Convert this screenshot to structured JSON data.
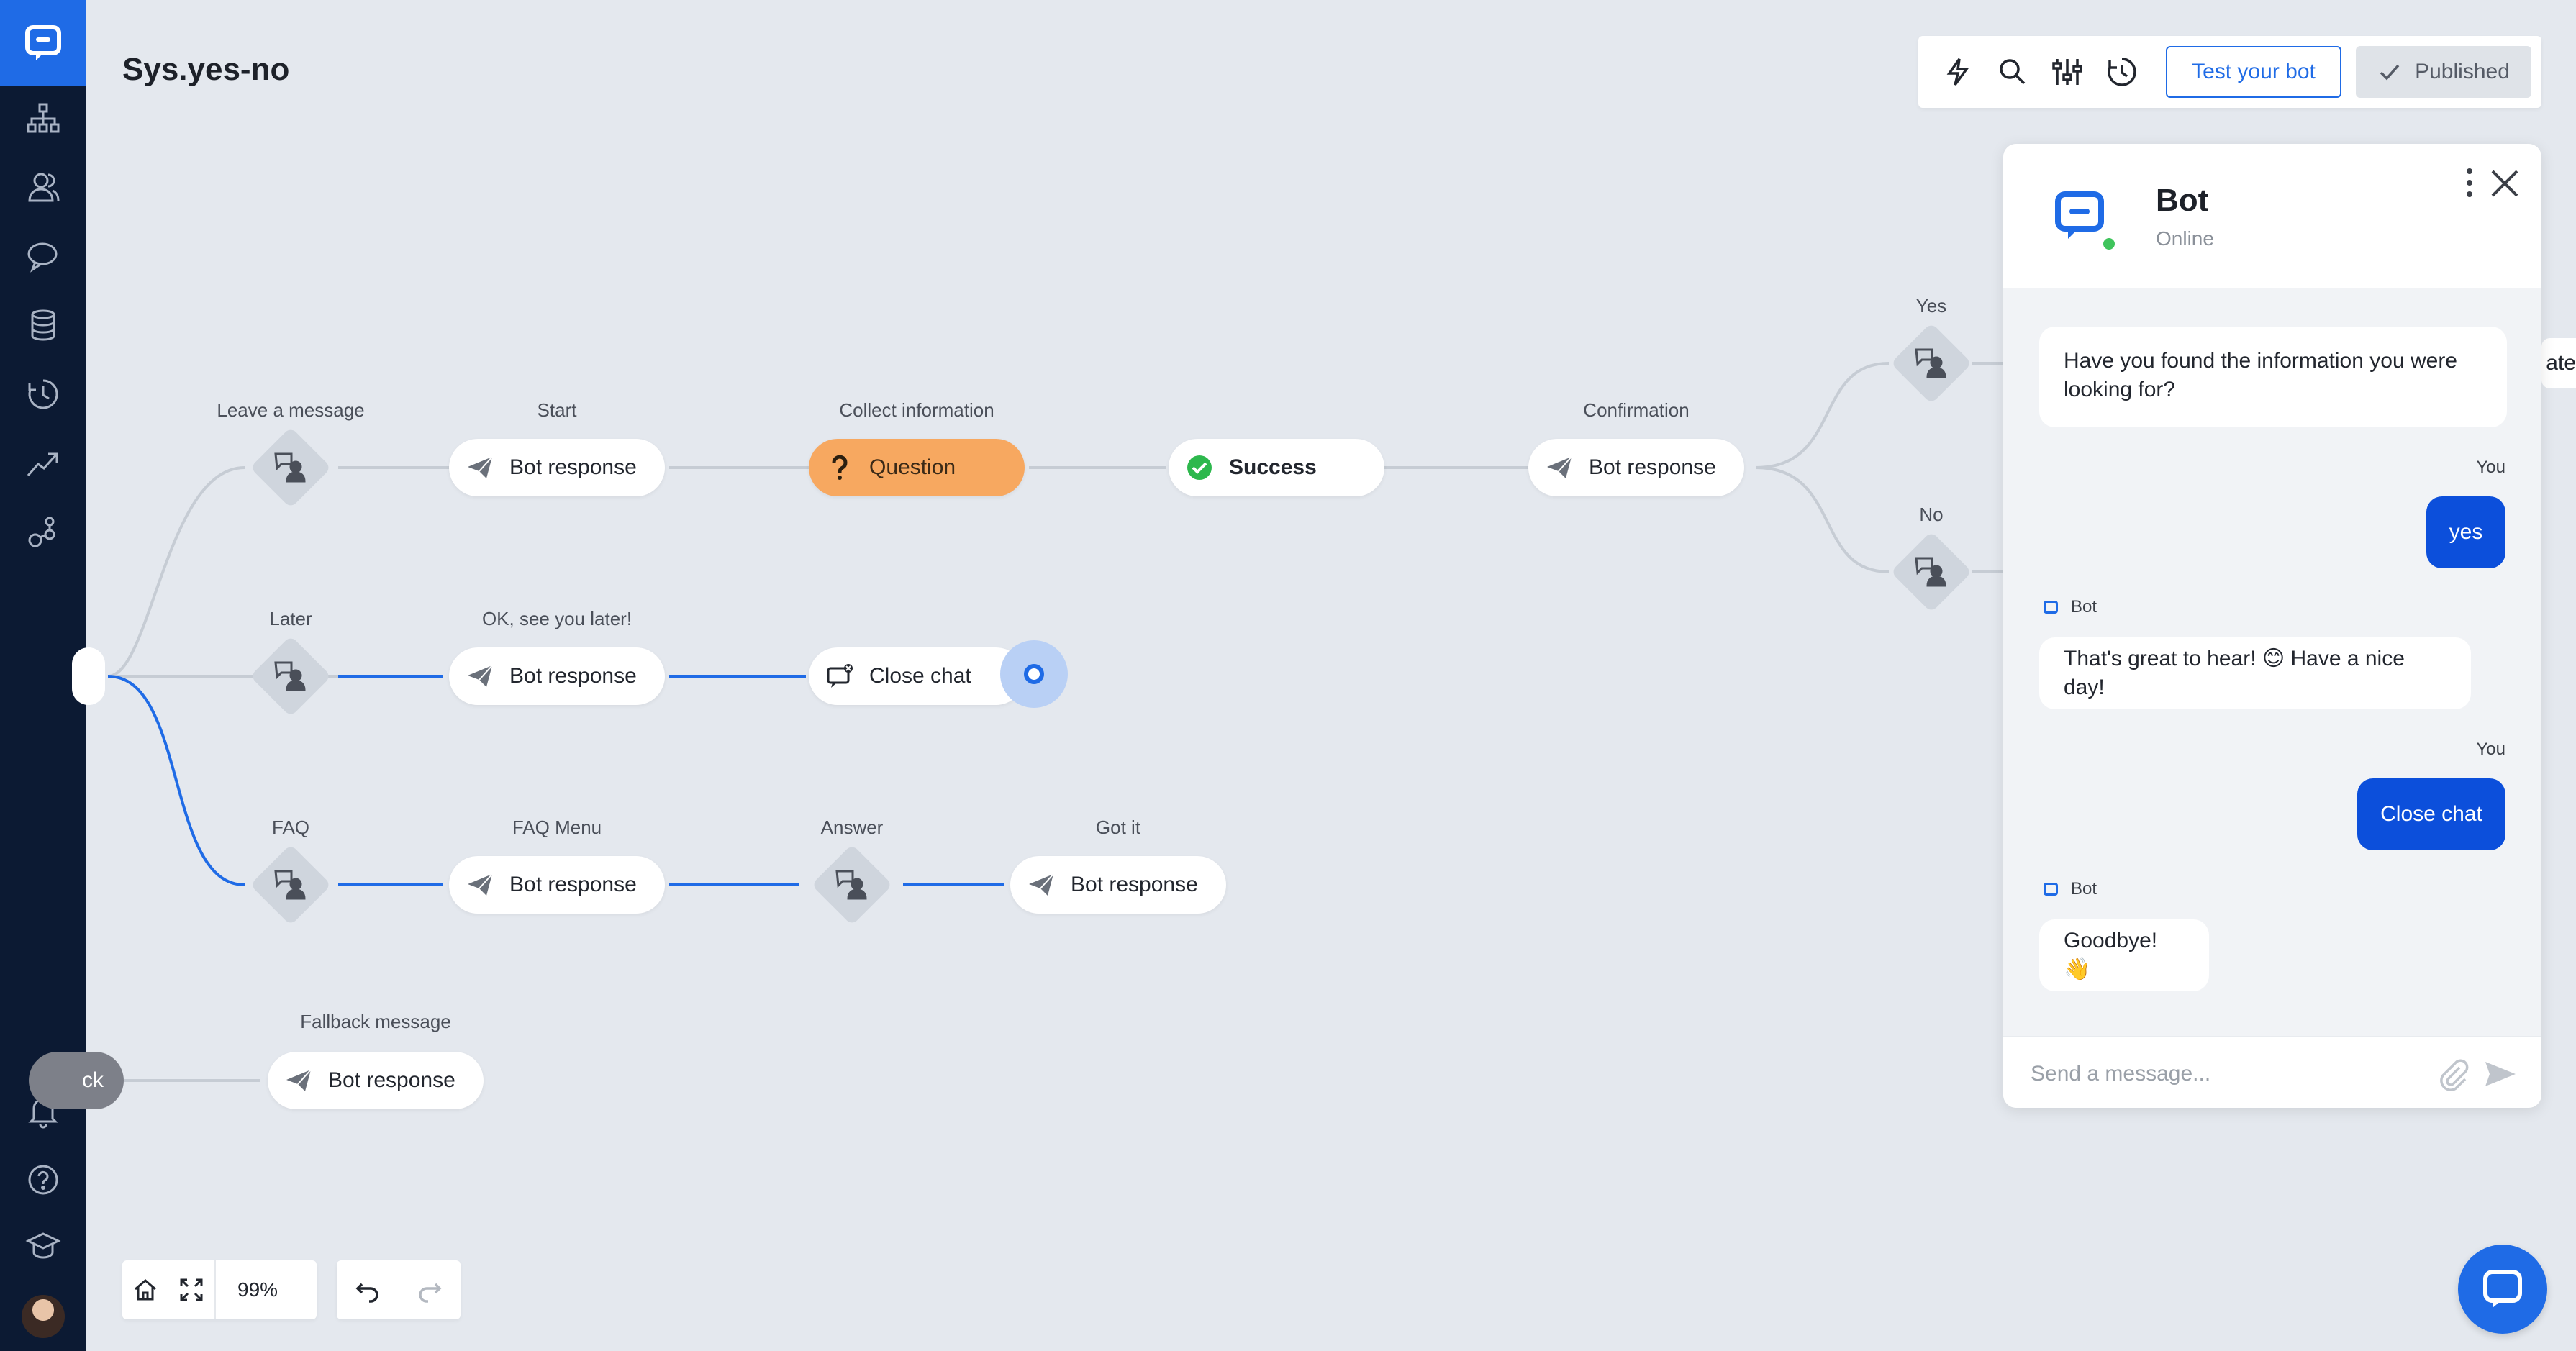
{
  "app": {
    "title": "Sys.yes-no"
  },
  "sidebar": {
    "items": [
      {
        "icon": "chatbot-logo-icon"
      },
      {
        "icon": "flow-chart-icon"
      },
      {
        "icon": "users-icon"
      },
      {
        "icon": "chat-bubbles-icon"
      },
      {
        "icon": "database-icon"
      },
      {
        "icon": "history-icon"
      },
      {
        "icon": "trend-up-icon"
      },
      {
        "icon": "integrations-icon"
      },
      {
        "icon": "bell-icon"
      },
      {
        "icon": "help-icon"
      },
      {
        "icon": "academy-icon"
      },
      {
        "icon": "user-avatar"
      }
    ]
  },
  "toolbar": {
    "icons": [
      "lightning-icon",
      "search-icon",
      "sliders-icon",
      "clock-icon"
    ],
    "test_label": "Test your bot",
    "published_label": "Published"
  },
  "flow": {
    "labels": {
      "leave_message": "Leave a message",
      "start": "Start",
      "collect": "Collect information",
      "confirmation": "Confirmation",
      "yes": "Yes",
      "no": "No",
      "later": "Later",
      "ok_later": "OK, see you later!",
      "faq": "FAQ",
      "faq_menu": "FAQ Menu",
      "answer": "Answer",
      "got_it": "Got it",
      "fallback": "Fallback message"
    },
    "nodes": {
      "bot_response": "Bot response",
      "question": "Question",
      "success": "Success",
      "close_chat": "Close chat",
      "stub_left": "ck",
      "stub_right": "ate"
    }
  },
  "controls": {
    "zoom": "99%"
  },
  "chat": {
    "bot_name": "Bot",
    "status": "Online",
    "you_label": "You",
    "bot_label": "Bot",
    "messages": {
      "m1": "Have you found the information you were looking for?",
      "m2": "yes",
      "m3": "That's great to hear! 😊 Have a nice day!",
      "m4": "Close chat",
      "m5": "Goodbye! 👋"
    },
    "input_placeholder": "Send a message..."
  },
  "colors": {
    "accent": "#1f6be6",
    "sidebar": "#0c1a33",
    "question": "#f7a860",
    "success": "#2db84d"
  }
}
